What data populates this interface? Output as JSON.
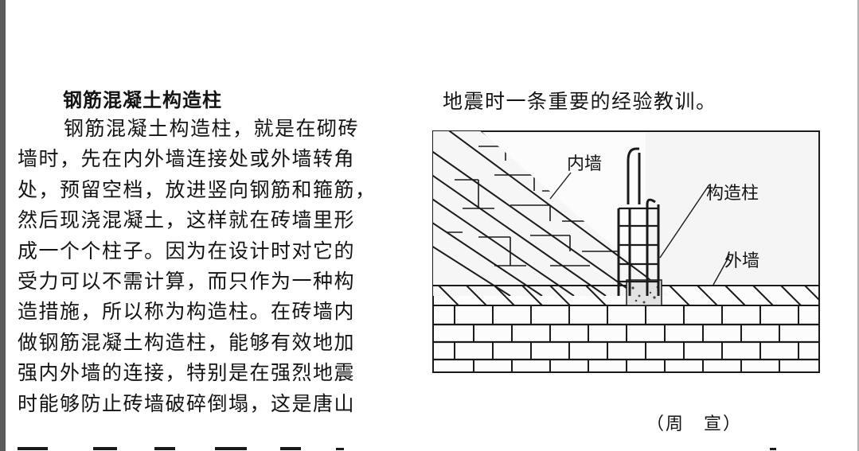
{
  "heading": "钢筋混凝土构造柱",
  "body_lines": [
    "钢筋混凝土构造柱，就是在砌砖",
    "墙时，先在内外墙连接处或外墙转角",
    "处，预留空档，放进竖向钢筋和箍筋，",
    "然后现浇混凝土，这样就在砖墙里形",
    "成一个个柱子。因为在设计时对它的",
    "受力可以不需计算，而只作为一种构",
    "造措施，所以称为构造柱。在砖墙内",
    "做钢筋混凝土构造柱，能够有效地加",
    "强内外墙的连接，特别是在强烈地震",
    "时能够防止砖墙破碎倒塌，这是唐山"
  ],
  "continuation": "地震时一条重要的经验教训。",
  "figure": {
    "label_inner_wall": "内墙",
    "label_column": "构造柱",
    "label_outer_wall": "外墙"
  },
  "author": "（周　宣）"
}
